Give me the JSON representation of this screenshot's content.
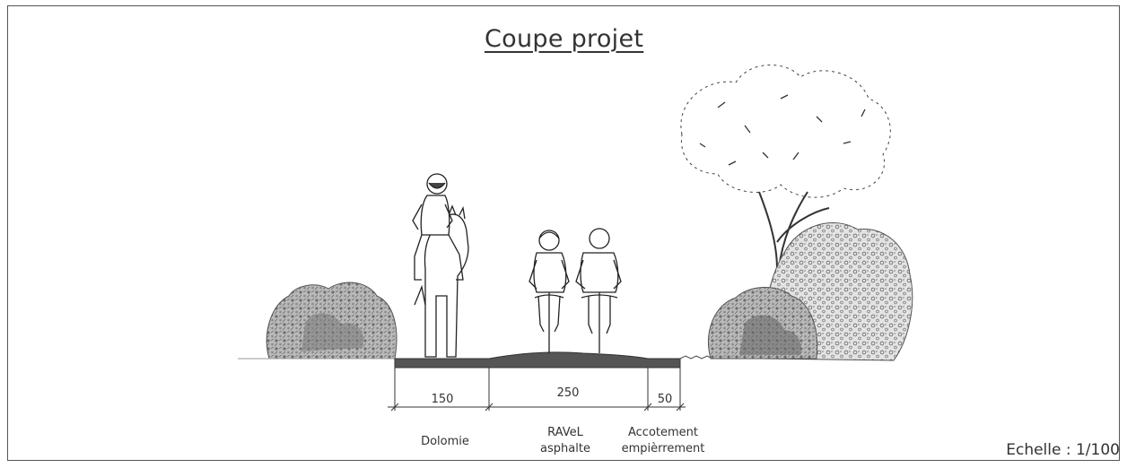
{
  "title": "Coupe projet",
  "segments": [
    {
      "width_label": "150",
      "material_lines": [
        "Dolomie"
      ]
    },
    {
      "width_label": "250",
      "material_lines": [
        "RAVeL",
        "asphalte"
      ]
    },
    {
      "width_label": "50",
      "material_lines": [
        "Accotement",
        "empièrrement"
      ]
    }
  ],
  "scale_label": "Echelle : 1/100",
  "figures": [
    "horse-rider",
    "cyclist",
    "cyclist"
  ],
  "vegetation": [
    "shrub",
    "tree",
    "shrub"
  ]
}
